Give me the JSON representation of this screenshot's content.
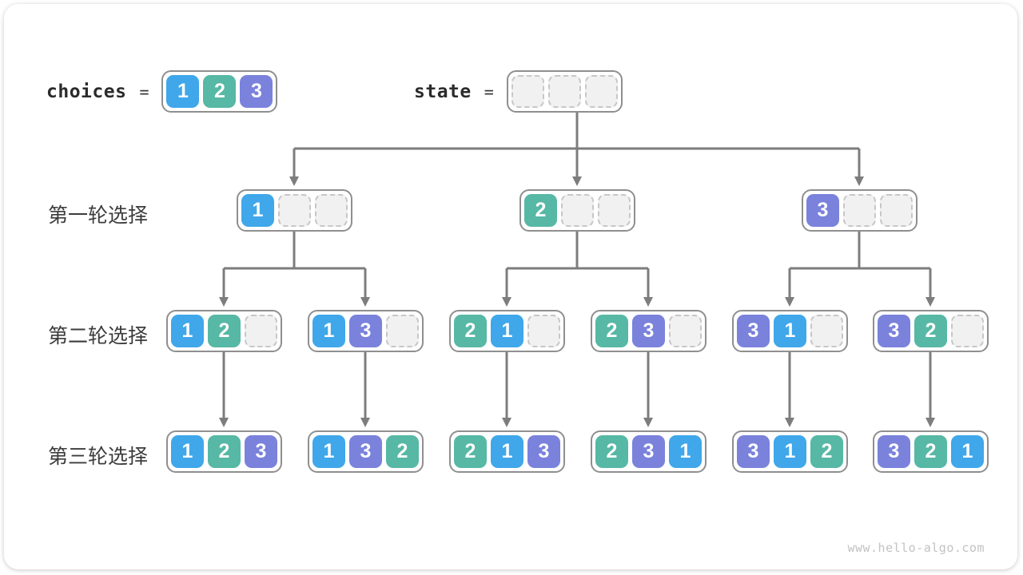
{
  "colors": {
    "c1": "#3FA7EA",
    "c2": "#56B8A5",
    "c3": "#7A82DC"
  },
  "header": {
    "choices_label": "choices",
    "choices_equals": "=",
    "choices_cells": [
      1,
      2,
      3
    ],
    "state_label": "state",
    "state_equals": "=",
    "state_cells": [
      null,
      null,
      null
    ]
  },
  "rows": [
    {
      "label": "第一轮选择",
      "boxes": [
        [
          1,
          null,
          null
        ],
        [
          2,
          null,
          null
        ],
        [
          3,
          null,
          null
        ]
      ]
    },
    {
      "label": "第二轮选择",
      "boxes": [
        [
          1,
          2,
          null
        ],
        [
          1,
          3,
          null
        ],
        [
          2,
          1,
          null
        ],
        [
          2,
          3,
          null
        ],
        [
          3,
          1,
          null
        ],
        [
          3,
          2,
          null
        ]
      ]
    },
    {
      "label": "第三轮选择",
      "boxes": [
        [
          1,
          2,
          3
        ],
        [
          1,
          3,
          2
        ],
        [
          2,
          1,
          3
        ],
        [
          2,
          3,
          1
        ],
        [
          3,
          1,
          2
        ],
        [
          3,
          2,
          1
        ]
      ]
    }
  ],
  "footer": {
    "watermark": "www.hello-algo.com"
  }
}
